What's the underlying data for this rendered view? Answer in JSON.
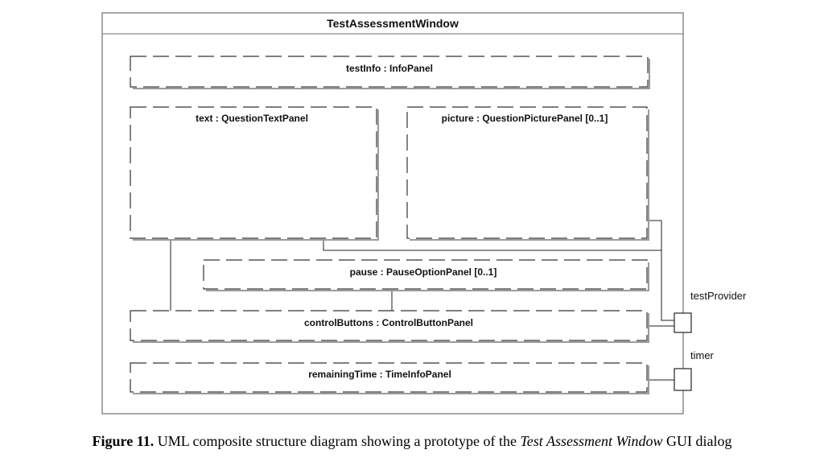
{
  "diagram": {
    "title": "TestAssessmentWindow",
    "parts": {
      "test_info": "testInfo : InfoPanel",
      "text": "text : QuestionTextPanel",
      "picture": "picture : QuestionPicturePanel [0..1]",
      "pause": "pause : PauseOptionPanel [0..1]",
      "control_buttons": "controlButtons : ControlButtonPanel",
      "remaining_time": "remainingTime : TimeInfoPanel"
    },
    "ports": {
      "test_provider": "testProvider",
      "timer": "timer"
    }
  },
  "caption": {
    "label": "Figure 11.",
    "text_before": " UML composite structure diagram showing a prototype of the ",
    "emphasis": "Test Assessment Window",
    "text_after": " GUI dialog"
  }
}
